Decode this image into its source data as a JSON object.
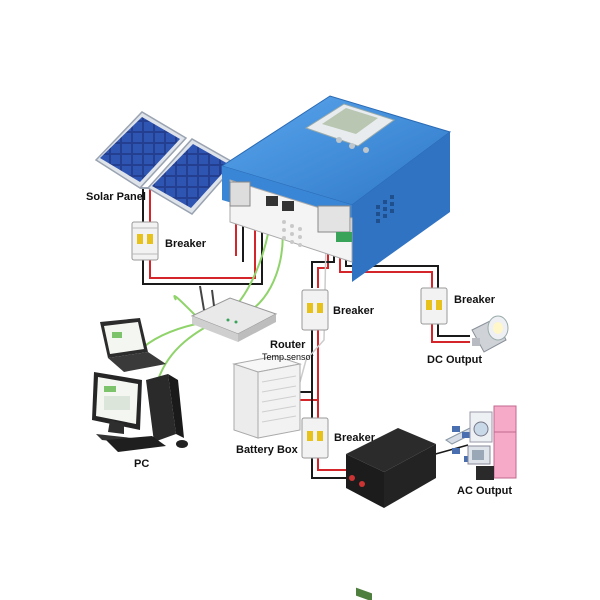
{
  "labels": {
    "solar_panel": "Solar Panel",
    "breaker_1": "Breaker",
    "breaker_2": "Breaker",
    "breaker_3": "Breaker",
    "breaker_4": "Breaker",
    "router": "Router",
    "temp_sensor": "Temp.sensor",
    "dc_output": "DC Output",
    "battery_box": "Battery Box",
    "pc": "PC",
    "ac_output": "AC Output"
  },
  "colors": {
    "controller_blue": "#3a86d6",
    "wire_red": "#d4262a",
    "wire_black": "#1a1a1a",
    "wire_green": "#8fd36a",
    "solar_cell": "#243f8f"
  }
}
